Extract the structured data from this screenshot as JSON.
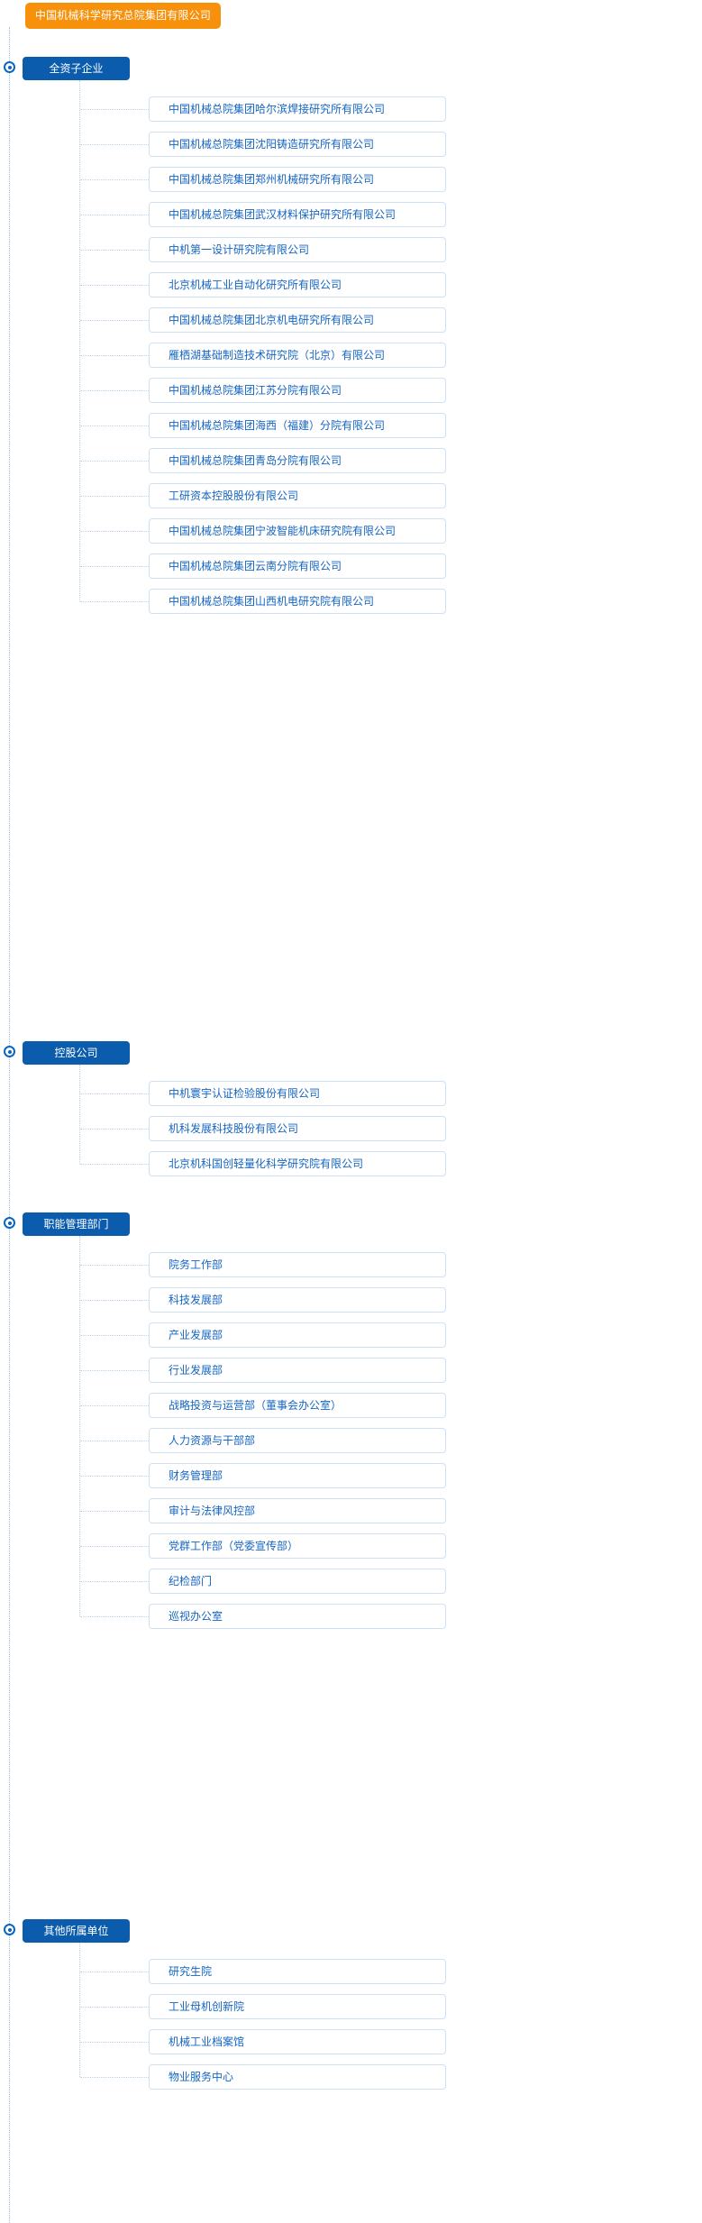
{
  "root": {
    "label": "中国机械科学研究总院集团有限公司",
    "color": "#f7900b"
  },
  "theme": {
    "header_bg": "#0b5cad",
    "leaf_border": "#cfe0f5",
    "leaf_text": "#1565c0",
    "line": "#bcd3ec",
    "marker": "#0a66c2"
  },
  "groups": [
    {
      "label": "全资子企业",
      "items": [
        "中国机械总院集团哈尔滨焊接研究所有限公司",
        "中国机械总院集团沈阳铸造研究所有限公司",
        "中国机械总院集团郑州机械研究所有限公司",
        "中国机械总院集团武汉材料保护研究所有限公司",
        "中机第一设计研究院有限公司",
        "北京机械工业自动化研究所有限公司",
        "中国机械总院集团北京机电研究所有限公司",
        "雁栖湖基础制造技术研究院（北京）有限公司",
        "中国机械总院集团江苏分院有限公司",
        "中国机械总院集团海西（福建）分院有限公司",
        "中国机械总院集团青岛分院有限公司",
        "工研资本控股股份有限公司",
        "中国机械总院集团宁波智能机床研究院有限公司",
        "中国机械总院集团云南分院有限公司",
        "中国机械总院集团山西机电研究院有限公司"
      ]
    },
    {
      "label": "控股公司",
      "items": [
        "中机寰宇认证检验股份有限公司",
        "机科发展科技股份有限公司",
        "北京机科国创轻量化科学研究院有限公司"
      ]
    },
    {
      "label": "职能管理部门",
      "items": [
        "院务工作部",
        "科技发展部",
        "产业发展部",
        "行业发展部",
        "战略投资与运营部（董事会办公室）",
        "人力资源与干部部",
        "财务管理部",
        "审计与法律风控部",
        "党群工作部（党委宣传部）",
        "纪检部门",
        "巡视办公室"
      ]
    },
    {
      "label": "其他所属单位",
      "items": [
        "研究生院",
        "工业母机创新院",
        "机械工业档案馆",
        "物业服务中心"
      ]
    }
  ]
}
